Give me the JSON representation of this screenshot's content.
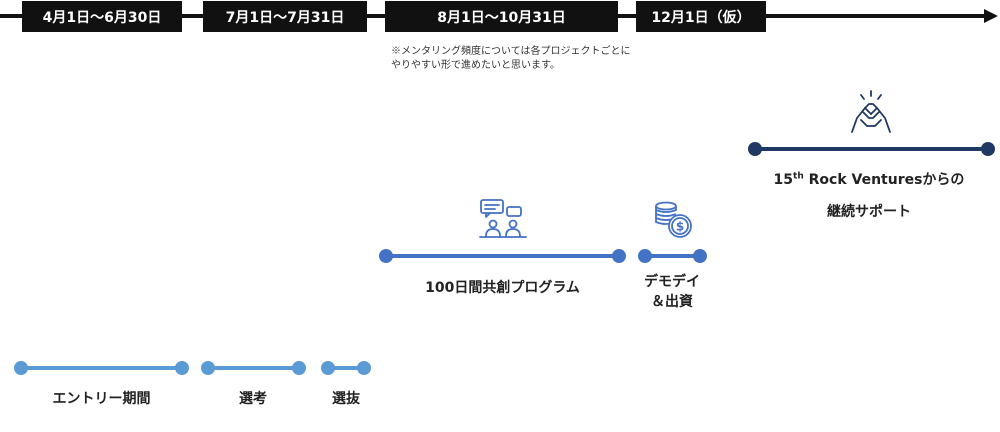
{
  "periods": [
    "4月1日～6月30日",
    "7月1日～7月31日",
    "8月1日～10月31日",
    "12月1日（仮）"
  ],
  "note": "※メンタリング頻度については各プロジェクトごとにやりやすい形で進めたいと思います。",
  "phases": {
    "entry": "エントリー期間",
    "screening": "選考",
    "selection": "選抜",
    "program": "100日間共創プログラム",
    "demoday_line1": "デモデイ",
    "demoday_line2": "＆出資",
    "support_num": "15",
    "support_sup": "th",
    "support_rest": " Rock Venturesからの",
    "support_line2": "継続サポート"
  },
  "icons": [
    "mentoring-meeting-icon",
    "coins-dollar-icon",
    "handshake-icon"
  ],
  "colors": {
    "light_blue": "#5b9bd5",
    "mid_blue": "#4472c4",
    "navy": "#203864",
    "black": "#111111"
  }
}
